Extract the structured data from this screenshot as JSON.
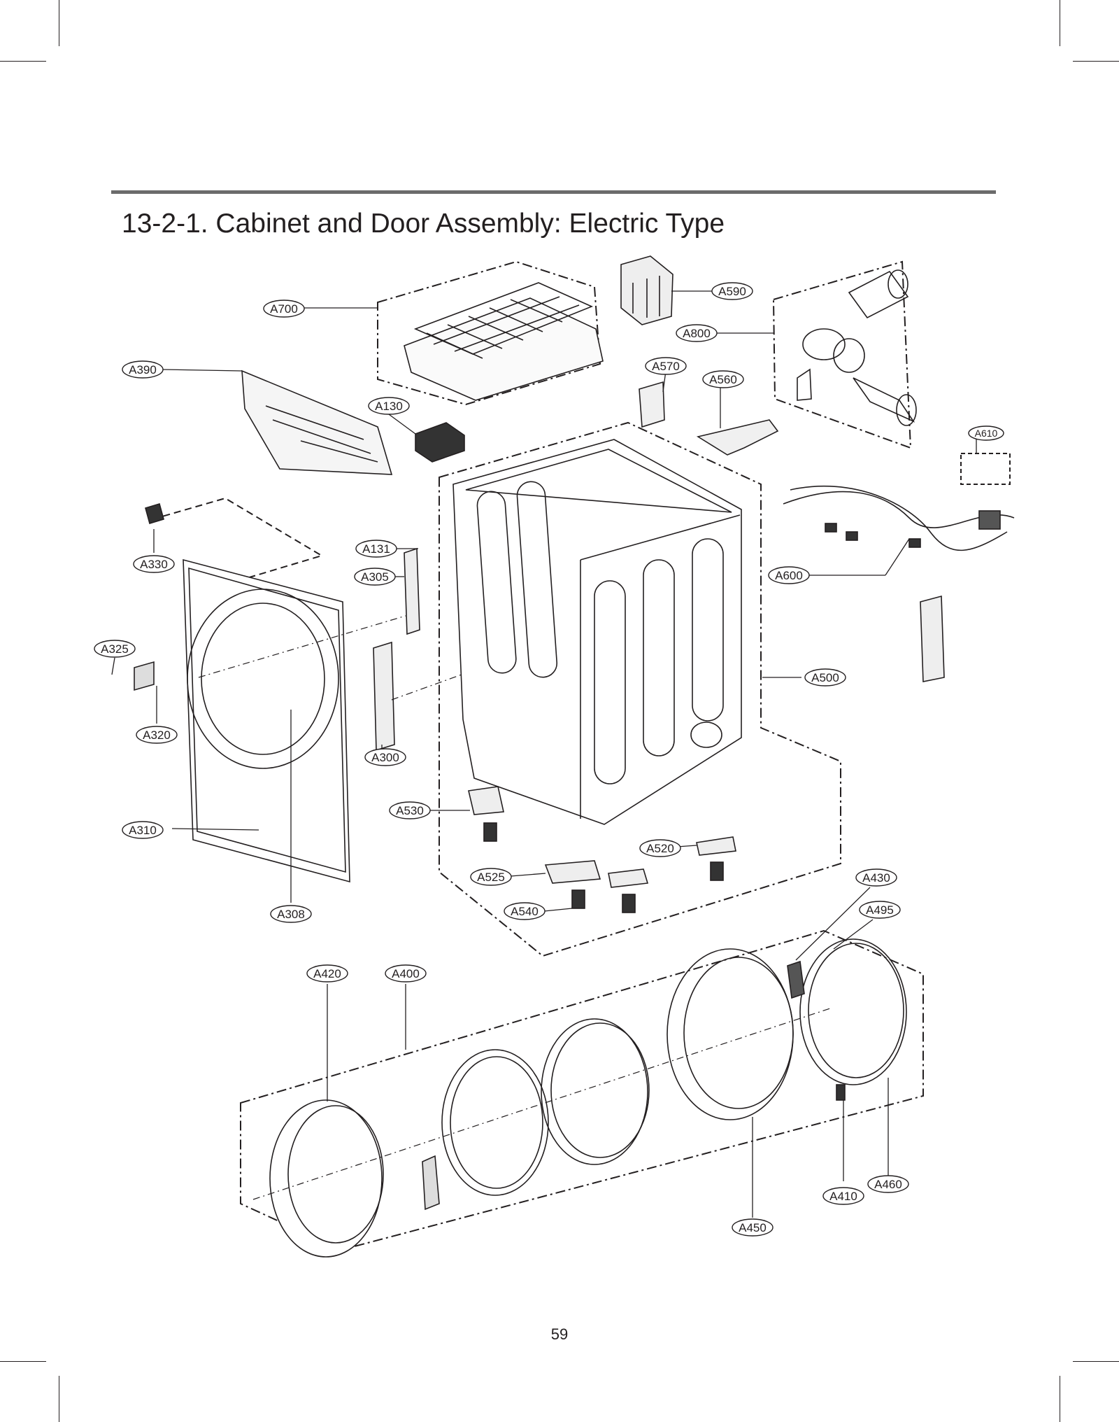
{
  "page": {
    "title_prefix": "13-",
    "title_mid": "2",
    "title_rest": "-1. Cabinet and Door Assembly: Electric Type",
    "page_number": "59"
  },
  "callouts": {
    "A700": "A700",
    "A590": "A590",
    "A800": "A800",
    "A390": "A390",
    "A570": "A570",
    "A560": "A560",
    "A130": "A130",
    "A610": "A610",
    "A330": "A330",
    "A131": "A131",
    "A305": "A305",
    "A600": "A600",
    "A325": "A325",
    "A500": "A500",
    "A320": "A320",
    "A300": "A300",
    "A530": "A530",
    "A310": "A310",
    "A520": "A520",
    "A525": "A525",
    "A430": "A430",
    "A540": "A540",
    "A495": "A495",
    "A308": "A308",
    "A420": "A420",
    "A400": "A400",
    "A410": "A410",
    "A460": "A460",
    "A450": "A450"
  }
}
